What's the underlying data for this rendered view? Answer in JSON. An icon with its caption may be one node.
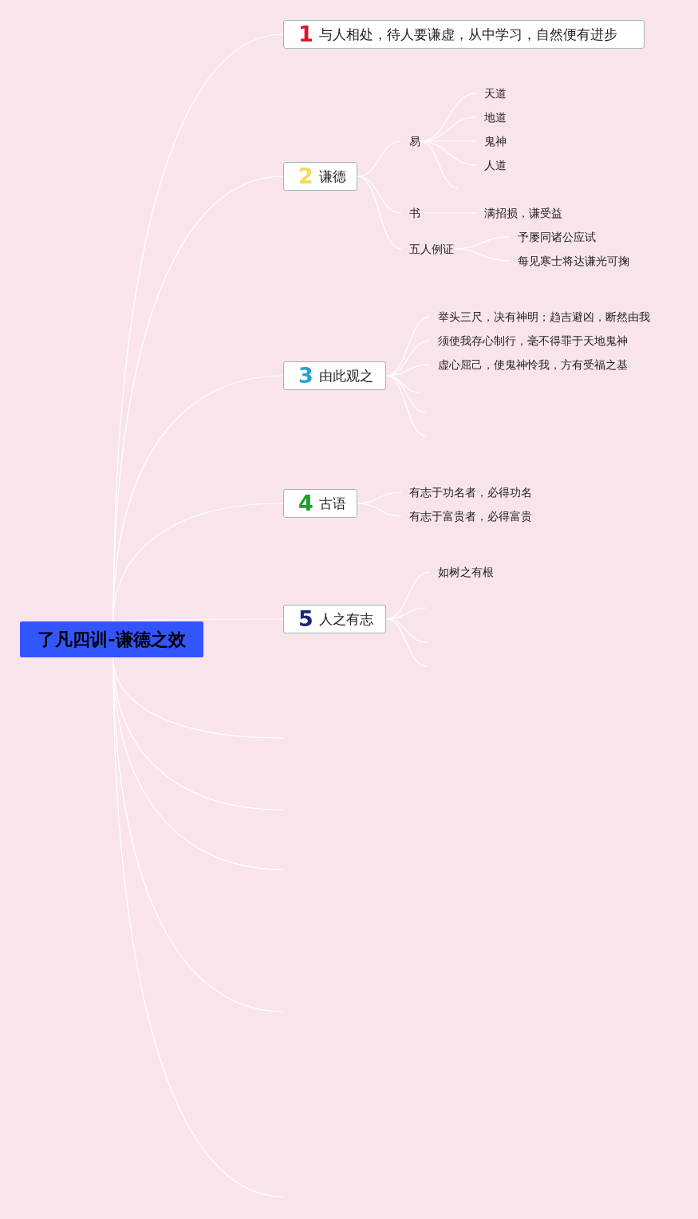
{
  "diagram": {
    "nodes": [
      {
        "text": [
          "了凡四训-谦德之效"
        ]
      },
      {
        "text": [
          "1",
          "与人相处，待人要谦虚，从中学习，自然便有进步"
        ]
      },
      {
        "text": [
          "2",
          "谦德"
        ]
      },
      {
        "text": [
          "易"
        ]
      },
      {
        "text": [
          "天道"
        ]
      },
      {
        "text": [
          "地道"
        ]
      },
      {
        "text": [
          "鬼神"
        ]
      },
      {
        "text": [
          "人道"
        ]
      },
      {
        "text": [
          "书"
        ]
      },
      {
        "text": [
          "满招损，谦受益"
        ]
      },
      {
        "text": [
          "五人例证"
        ]
      },
      {
        "text": [
          "予屡同诸公应试"
        ]
      },
      {
        "text": [
          "每见寒士将达谦光可掬"
        ]
      },
      {
        "text": [
          "3",
          "由此观之"
        ]
      },
      {
        "text": [
          "举头三尺，决有神明；趋吉避凶，断然由我"
        ]
      },
      {
        "text": [
          "须使我存心制行，毫不得罪于天地鬼神"
        ]
      },
      {
        "text": [
          "虚心屈己，使鬼神怜我，方有受福之基"
        ]
      },
      {
        "text": [
          "4",
          "古语"
        ]
      },
      {
        "text": [
          "有志于功名者，必得功名"
        ]
      },
      {
        "text": [
          "有志于富贵者，必得富贵"
        ]
      },
      {
        "text": [
          "5",
          "人之有志"
        ]
      },
      {
        "text": [
          "如树之有根"
        ]
      }
    ],
    "edges": [
      {
        "from": 0,
        "to": 1,
        "arrow": "none"
      },
      {
        "from": 0,
        "to": 2,
        "arrow": "none"
      },
      {
        "from": 0,
        "to": 13,
        "arrow": "none"
      },
      {
        "from": 0,
        "to": 17,
        "arrow": "none"
      },
      {
        "from": 0,
        "to": 20,
        "arrow": "none"
      },
      {
        "from": 0,
        "to": null,
        "arrow": "none"
      },
      {
        "from": 0,
        "to": null,
        "arrow": "none"
      },
      {
        "from": 0,
        "to": null,
        "arrow": "none"
      },
      {
        "from": 0,
        "to": null,
        "arrow": "none"
      },
      {
        "from": 0,
        "to": null,
        "arrow": "none"
      },
      {
        "from": 2,
        "to": 3,
        "arrow": "none"
      },
      {
        "from": 2,
        "to": 8,
        "arrow": "none"
      },
      {
        "from": 2,
        "to": 10,
        "arrow": "none"
      },
      {
        "from": 3,
        "to": 4,
        "arrow": "none"
      },
      {
        "from": 3,
        "to": 5,
        "arrow": "none"
      },
      {
        "from": 3,
        "to": 6,
        "arrow": "none"
      },
      {
        "from": 3,
        "to": 7,
        "arrow": "none"
      },
      {
        "from": 3,
        "to": null,
        "arrow": "none"
      },
      {
        "from": 8,
        "to": 9,
        "arrow": "none"
      },
      {
        "from": 10,
        "to": 11,
        "arrow": "none"
      },
      {
        "from": 10,
        "to": 12,
        "arrow": "none"
      },
      {
        "from": 13,
        "to": 14,
        "arrow": "none"
      },
      {
        "from": 13,
        "to": 15,
        "arrow": "none"
      },
      {
        "from": 13,
        "to": 16,
        "arrow": "none"
      },
      {
        "from": 13,
        "to": null,
        "arrow": "none"
      },
      {
        "from": 13,
        "to": null,
        "arrow": "none"
      },
      {
        "from": 13,
        "to": null,
        "arrow": "none"
      },
      {
        "from": 17,
        "to": 18,
        "arrow": "none"
      },
      {
        "from": 17,
        "to": 19,
        "arrow": "none"
      },
      {
        "from": 20,
        "to": 21,
        "arrow": "none"
      },
      {
        "from": 20,
        "to": null,
        "arrow": "none"
      },
      {
        "from": 20,
        "to": null,
        "arrow": "none"
      },
      {
        "from": 20,
        "to": null,
        "arrow": "none"
      }
    ]
  }
}
